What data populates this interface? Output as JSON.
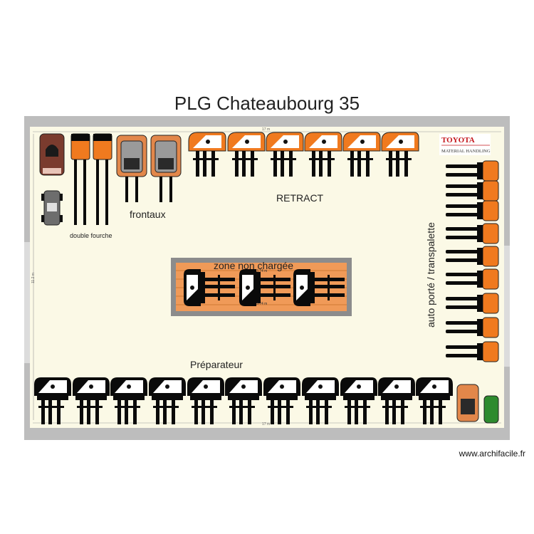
{
  "title": "PLG Chateaubourg 35",
  "watermark": "www.archifacile.fr",
  "labels": {
    "retract": "RETRACT",
    "frontaux": "frontaux",
    "double_fourche": "double fourche",
    "zone": "zone non chargée",
    "preparateur": "Préparateur",
    "auto_porte": "auto porté / transpalette"
  },
  "logo": {
    "brand": "TOYOTA",
    "sub": "MATERIAL HANDLING"
  },
  "dimensions": {
    "top": "17 m",
    "bottom": "17 m",
    "left": "11.2 m",
    "zone_a": "3.74 m",
    "zone_b": "3.74 m"
  },
  "colors": {
    "wall": "#bdbdbd",
    "floor": "#fbf9e6",
    "orange": "#f07a1f",
    "zone_border": "#8c8c8c",
    "black": "#0a0a0a"
  },
  "icons": {
    "truck": "forklift-icon",
    "pallet": "pallet-truck-icon"
  }
}
